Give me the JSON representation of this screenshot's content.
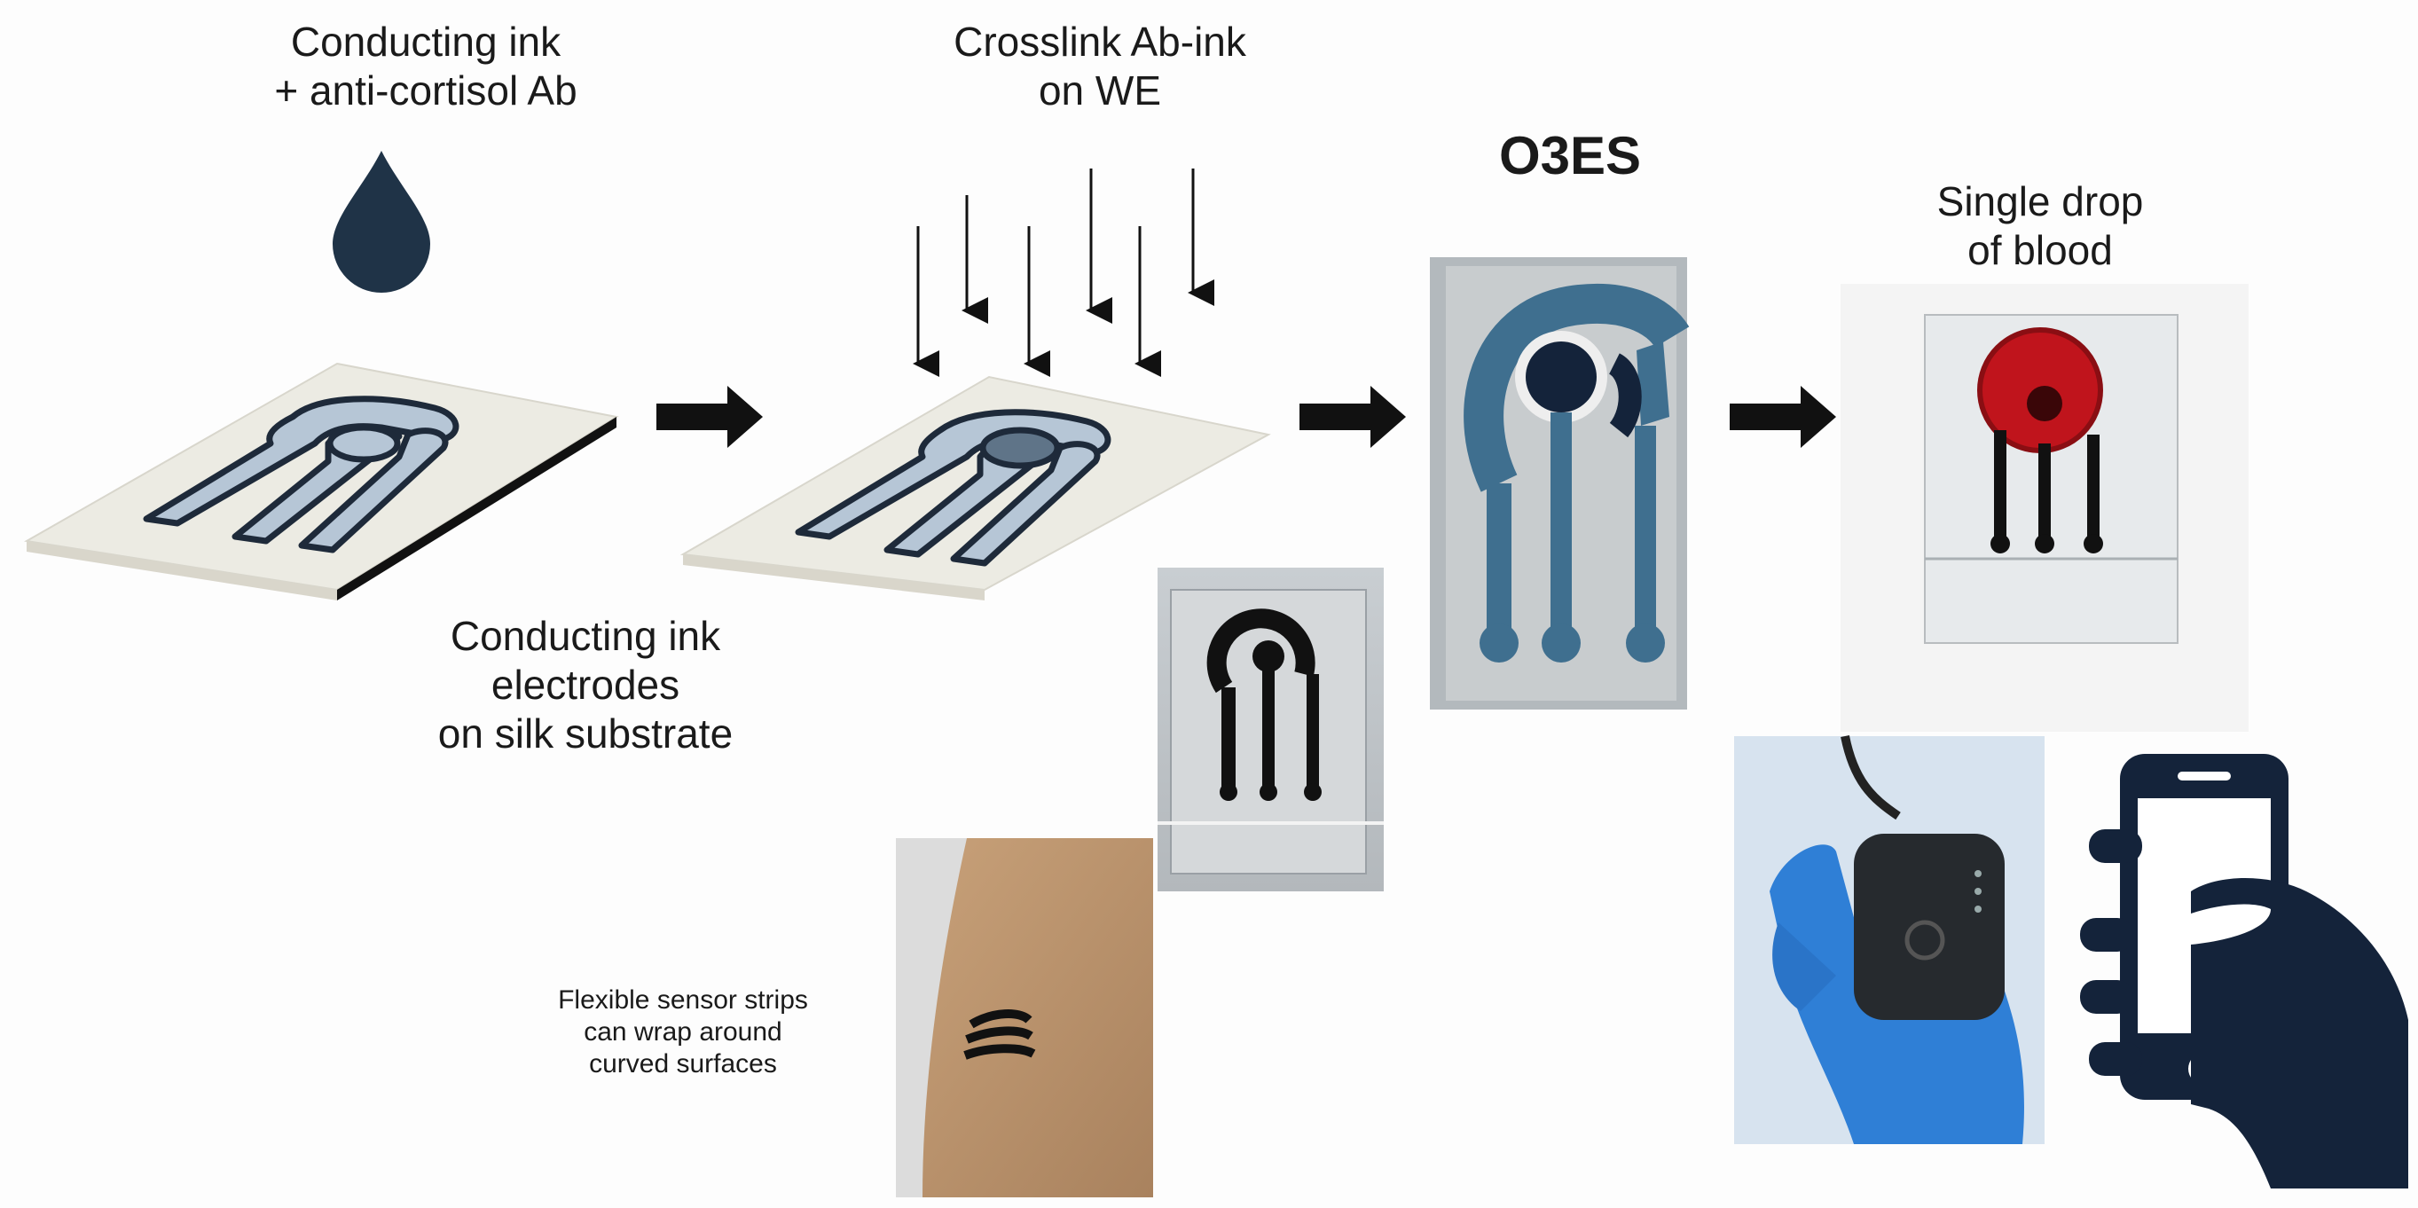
{
  "labels": {
    "step1_top": "Conducting ink\n+ anti-cortisol Ab",
    "step1_bottom": "Conducting ink\nelectrodes\non silk substrate",
    "step2_top": "Crosslink Ab-ink\non WE",
    "step3_title": "O3ES",
    "step4_top": "Single drop\nof blood",
    "flex_caption": "Flexible sensor strips\ncan wrap around\ncurved surfaces"
  },
  "colors": {
    "ink": "#1e2a3a",
    "electrode_fill": "#b8c8d8",
    "substrate": "#eceae0",
    "blood": "#c0141c",
    "glove": "#2f7fd6",
    "sensor_blue": "#3f6f8f"
  },
  "icons": [
    "ink-drop-icon",
    "arrow-right-icon",
    "down-arrow-icon",
    "smartphone-icon",
    "hand-icon"
  ]
}
